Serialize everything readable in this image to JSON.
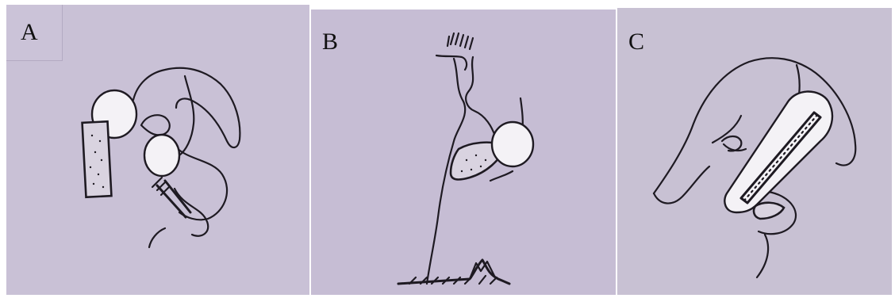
{
  "panels": [
    {
      "label": "A"
    },
    {
      "label": "B"
    },
    {
      "label": "C"
    }
  ],
  "colors": {
    "background": "#c9c1d6",
    "ink": "#1e1a22",
    "highlight": "#f4f2f6"
  }
}
